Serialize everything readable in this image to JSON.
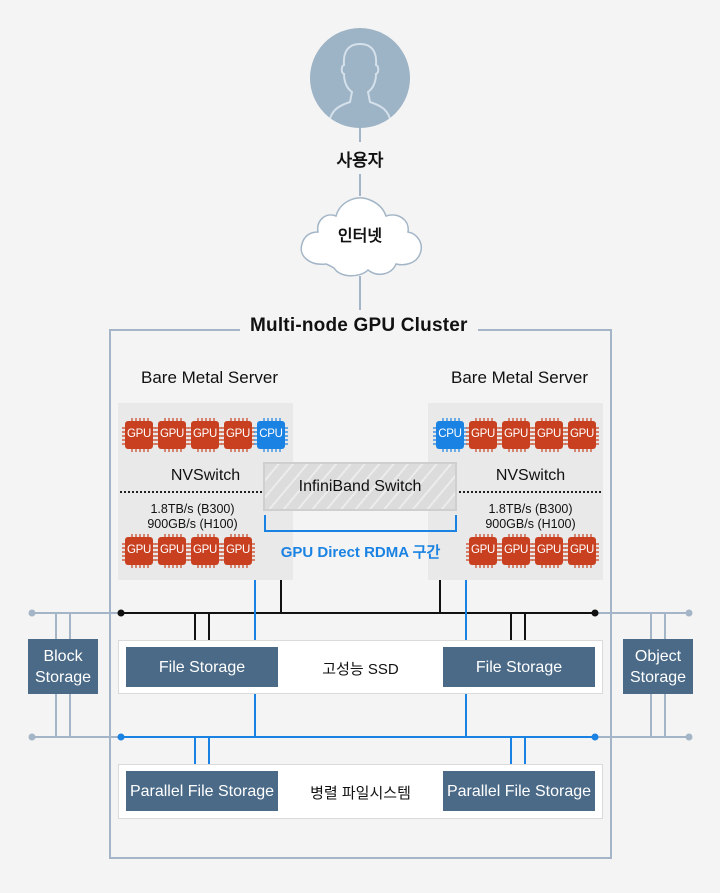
{
  "user": {
    "label": "사용자",
    "icon": "user-silhouette-icon"
  },
  "internet": {
    "label": "인터넷",
    "icon": "cloud-icon"
  },
  "cluster": {
    "title": "Multi-node GPU Cluster"
  },
  "servers": [
    {
      "title": "Bare Metal Server",
      "top_chips": [
        "GPU",
        "GPU",
        "GPU",
        "GPU",
        "CPU"
      ],
      "switch_label": "NVSwitch",
      "speed_lines": [
        "1.8TB/s (B300)",
        "900GB/s (H100)"
      ],
      "bottom_chips": [
        "GPU",
        "GPU",
        "GPU",
        "GPU"
      ]
    },
    {
      "title": "Bare Metal Server",
      "top_chips": [
        "CPU",
        "GPU",
        "GPU",
        "GPU",
        "GPU"
      ],
      "switch_label": "NVSwitch",
      "speed_lines": [
        "1.8TB/s (B300)",
        "900GB/s (H100)"
      ],
      "bottom_chips": [
        "GPU",
        "GPU",
        "GPU",
        "GPU"
      ]
    }
  ],
  "infiniband": {
    "label": "InfiniBand Switch"
  },
  "rdma": {
    "label": "GPU Direct RDMA 구간"
  },
  "ssd_tier": {
    "label": "고성능 SSD",
    "left": "File Storage",
    "right": "File Storage"
  },
  "parallel_tier": {
    "label": "병렬 파일시스템",
    "left": "Parallel File Storage",
    "right": "Parallel File Storage"
  },
  "block_storage": {
    "label_line1": "Block",
    "label_line2": "Storage"
  },
  "object_storage": {
    "label_line1": "Object",
    "label_line2": "Storage"
  },
  "colors": {
    "gpu": "#c8401f",
    "cpu": "#1a82e2",
    "storage_box": "#4a6a87",
    "link_gray": "#a3b5c6",
    "link_blue": "#1a82e2",
    "link_black": "#111111",
    "background": "#f4f4f4",
    "server_bg": "#e9e9e9"
  }
}
